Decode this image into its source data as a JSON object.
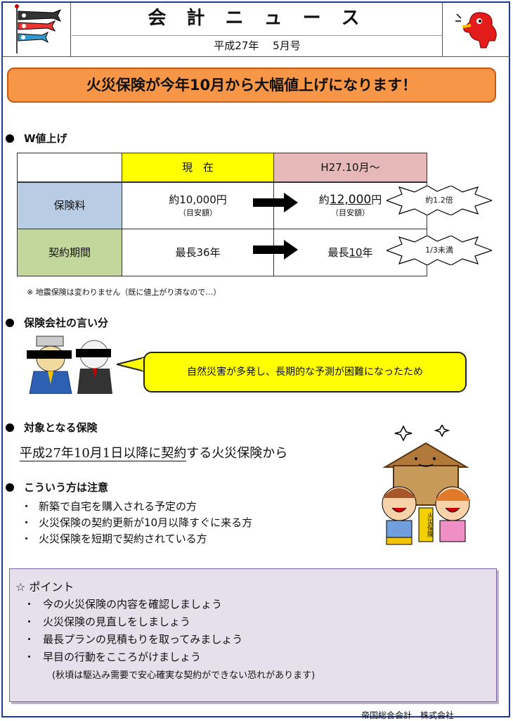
{
  "header": {
    "title": "会 計 ニ ュ ー ス",
    "issue": "平成27年　 5月号"
  },
  "banner": "火災保険が今年10月から大幅値上げになります！",
  "section1": {
    "title": "W値上げ",
    "col_now": "現　在",
    "col_future": "H27.10月～",
    "rows": [
      {
        "label": "保険料",
        "now": "約10,000円",
        "now_sub": "（目安額）",
        "future_pre": "約",
        "future_num": "12,000",
        "future_post": "円",
        "future_sub": "（目安額）",
        "badge": "約1.2倍"
      },
      {
        "label": "契約期間",
        "now": "最長36年",
        "future_pre": "最長",
        "future_num": "10",
        "future_post": "年",
        "badge": "1/3未満"
      }
    ],
    "note": "※ 地震保険は変わりません（既に値上がり済なので…）"
  },
  "section2": {
    "title": "保険会社の言い分",
    "bubble": "自然災害が多発し、長期的な予測が困難になったため"
  },
  "section3": {
    "title": "対象となる保険",
    "line_underlined": "平成27年10月1日以降に契約",
    "line_rest": "する火災保険から"
  },
  "section4": {
    "title": "こういう方は注意",
    "items": [
      "新築で自宅を購入される予定の方",
      "火災保険の契約更新が10月以降すぐに来る方",
      "火災保険を短期で契約されている方"
    ]
  },
  "point": {
    "title": "☆ ポイント",
    "items": [
      "今の火災保険の内容を確認しましょう",
      "火災保険の見直しをしましょう",
      "最長プランの見積もりを取ってみましょう",
      "早目の行動をこころがけましょう"
    ],
    "note": "(秋頃は駆込み需要で安心確実な契約ができない恐れがあります)"
  },
  "illustration": {
    "sign_text": "火災保険"
  },
  "footer": "帝国総合会計　株式会社",
  "colors": {
    "banner": "#f79646",
    "now_header": "#ffff00",
    "future_header": "#e6b8b7",
    "row1_label": "#b8cce4",
    "row2_label": "#c3d69b",
    "bubble": "#ffff00",
    "point_bg": "#e6e0ec"
  }
}
